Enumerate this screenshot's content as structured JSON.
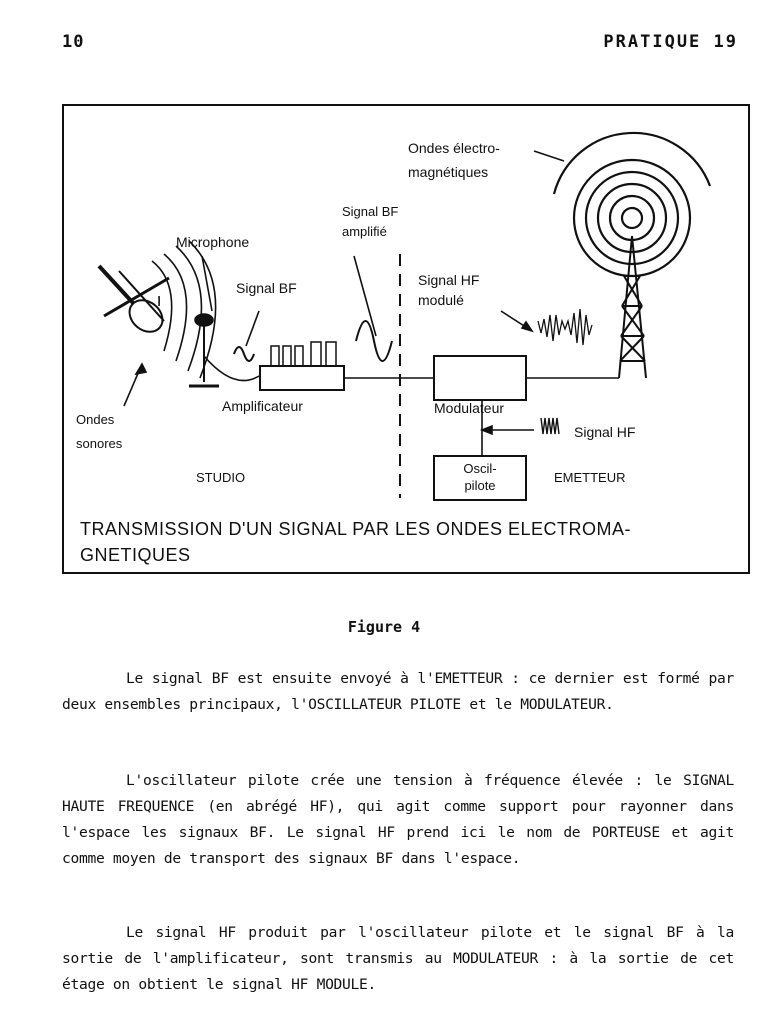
{
  "header": {
    "page_number": "10",
    "running_title": "PRATIQUE 19"
  },
  "figure": {
    "labels": {
      "ondes_em": "Ondes électro-\nmagnétiques",
      "signal_bf_ampli": "Signal BF\namplifié",
      "microphone": "Microphone",
      "signal_bf": "Signal BF",
      "signal_hf_module": "Signal HF\nmodulé",
      "ondes_sonores": "Ondes\nsonores",
      "amplificateur": "Amplificateur",
      "modulateur": "Modulateur",
      "signal_hf": "Signal HF",
      "oscil_pilote": "Oscil-\npilote",
      "studio": "STUDIO",
      "emetteur": "EMETTEUR"
    },
    "caption": "TRANSMISSION D'UN SIGNAL PAR LES ONDES ELECTROMA-\nGNETIQUES",
    "title": "Figure 4"
  },
  "paragraphs": [
    "Le signal BF est ensuite envoyé à l'EMETTEUR : ce dernier est formé par deux ensembles principaux, l'OSCILLATEUR PILOTE et le MODULATEUR.",
    "L'oscillateur pilote crée une tension à fréquence élevée : le SIGNAL HAUTE FREQUENCE (en abrégé HF), qui agit comme support pour rayonner dans l'espace les signaux BF. Le signal HF prend ici le nom de PORTEUSE et agit comme moyen de transport des signaux BF dans l'espace.",
    "Le signal HF produit par l'oscillateur pilote et le signal BF à la sortie de l'amplificateur, sont transmis au MODULATEUR : à la sortie de cet étage on obtient le signal HF MODULE."
  ]
}
